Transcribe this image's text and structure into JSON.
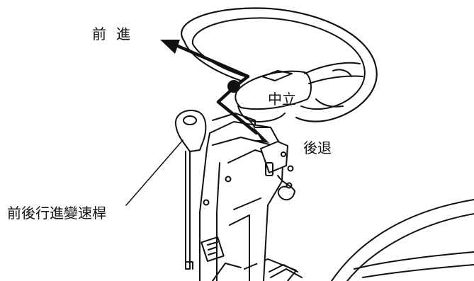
{
  "labels": {
    "forward": "前進",
    "neutral": "中立",
    "reverse": "後退",
    "lever": "前後行進變速桿"
  },
  "colors": {
    "line": "#111111",
    "fill": "#ffffff"
  }
}
